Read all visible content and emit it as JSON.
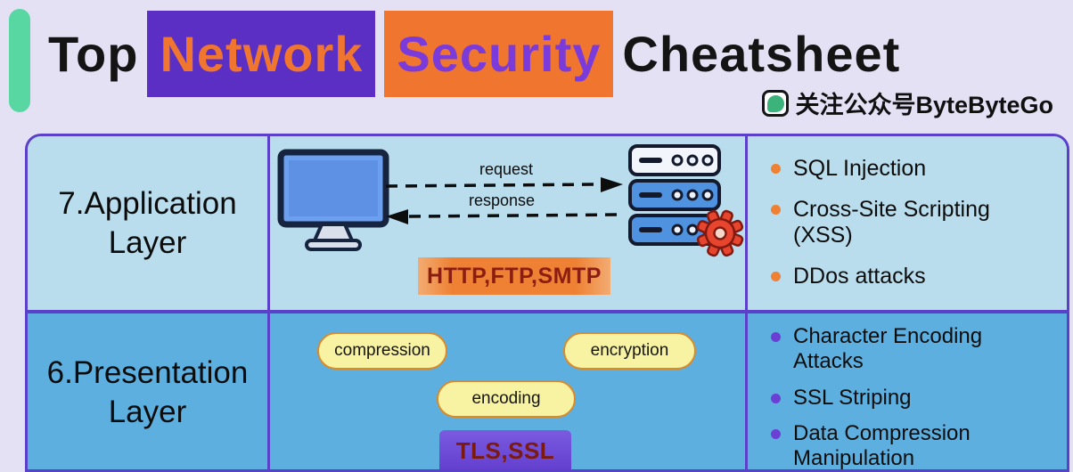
{
  "header": {
    "title_top": "Top",
    "title_network": "Network",
    "title_security": "Security",
    "title_cheatsheet": "Cheatsheet",
    "wechat": "关注公众号ByteByteGo"
  },
  "colors": {
    "accent_green": "#58d7a2",
    "highlight_purple": "#5b2fc4",
    "highlight_orange": "#f0752f",
    "table_border": "#5b40c9",
    "row1_bg": "#b9ddec",
    "row2_bg": "#5dafe0",
    "row1_bullet": "#ee8133",
    "row2_bullet": "#6b3fd3"
  },
  "rows": [
    {
      "layer": "7.Application Layer",
      "diagram": {
        "request_label": "request",
        "response_label": "response",
        "protocols": "HTTP,FTP,SMTP",
        "icons": [
          "computer-icon",
          "server-icon",
          "gear-icon"
        ]
      },
      "attacks": [
        "SQL Injection",
        "Cross-Site Scripting (XSS)",
        "DDos attacks"
      ]
    },
    {
      "layer": "6.Presentation Layer",
      "diagram": {
        "pills": [
          "compression",
          "encryption",
          "encoding"
        ],
        "protocols": "TLS,SSL"
      },
      "attacks": [
        "Character Encoding Attacks",
        "SSL Striping",
        "Data Compression Manipulation"
      ]
    }
  ]
}
